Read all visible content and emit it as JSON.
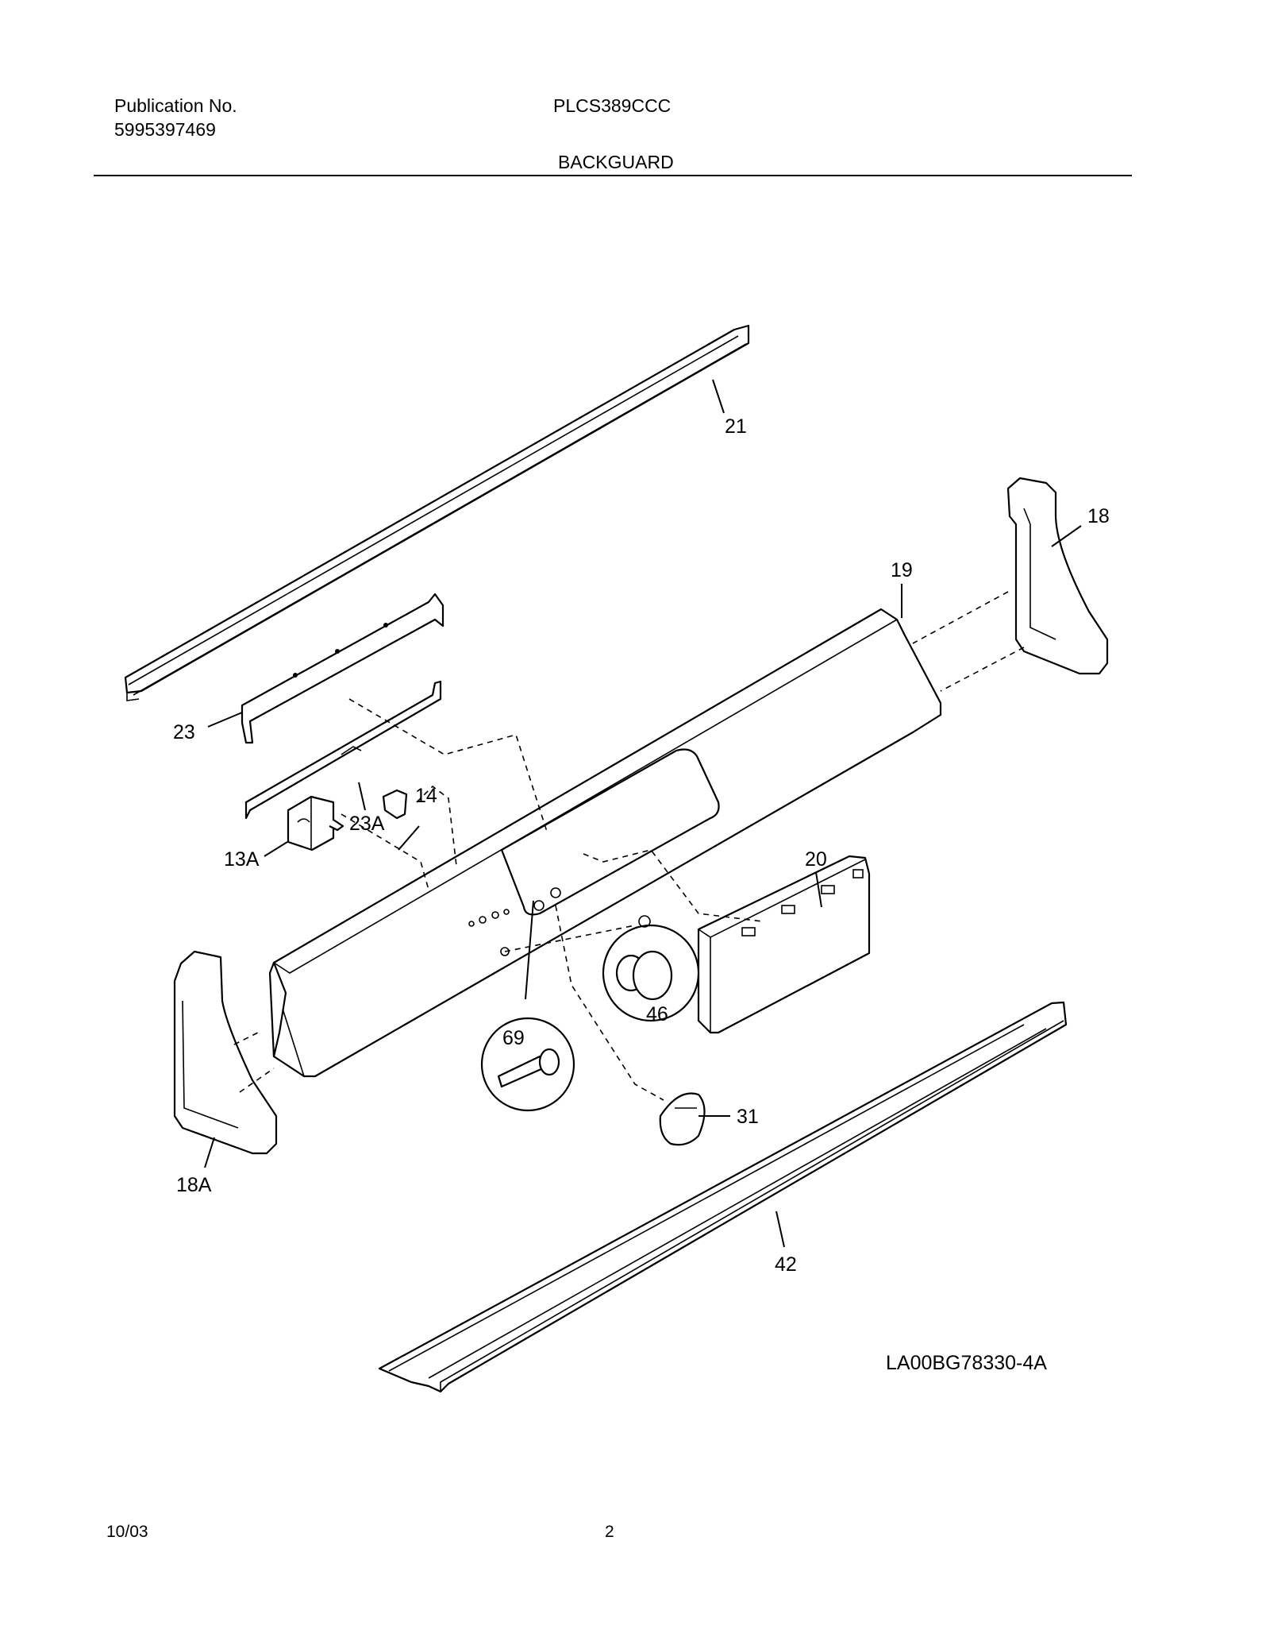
{
  "header": {
    "publication_label": "Publication No.",
    "publication_number": "5995397469",
    "model": "PLCS389CCC",
    "section_title": "BACKGUARD"
  },
  "diagram": {
    "callouts": {
      "p21": "21",
      "p18": "18",
      "p19": "19",
      "p23": "23",
      "p23a": "23A",
      "p14": "14",
      "p13a": "13A",
      "p20": "20",
      "p46": "46",
      "p69": "69",
      "p31": "31",
      "p18a": "18A",
      "p42": "42"
    },
    "drawing_id": "LA00BG78330-4A"
  },
  "footer": {
    "date": "10/03",
    "page": "2"
  }
}
